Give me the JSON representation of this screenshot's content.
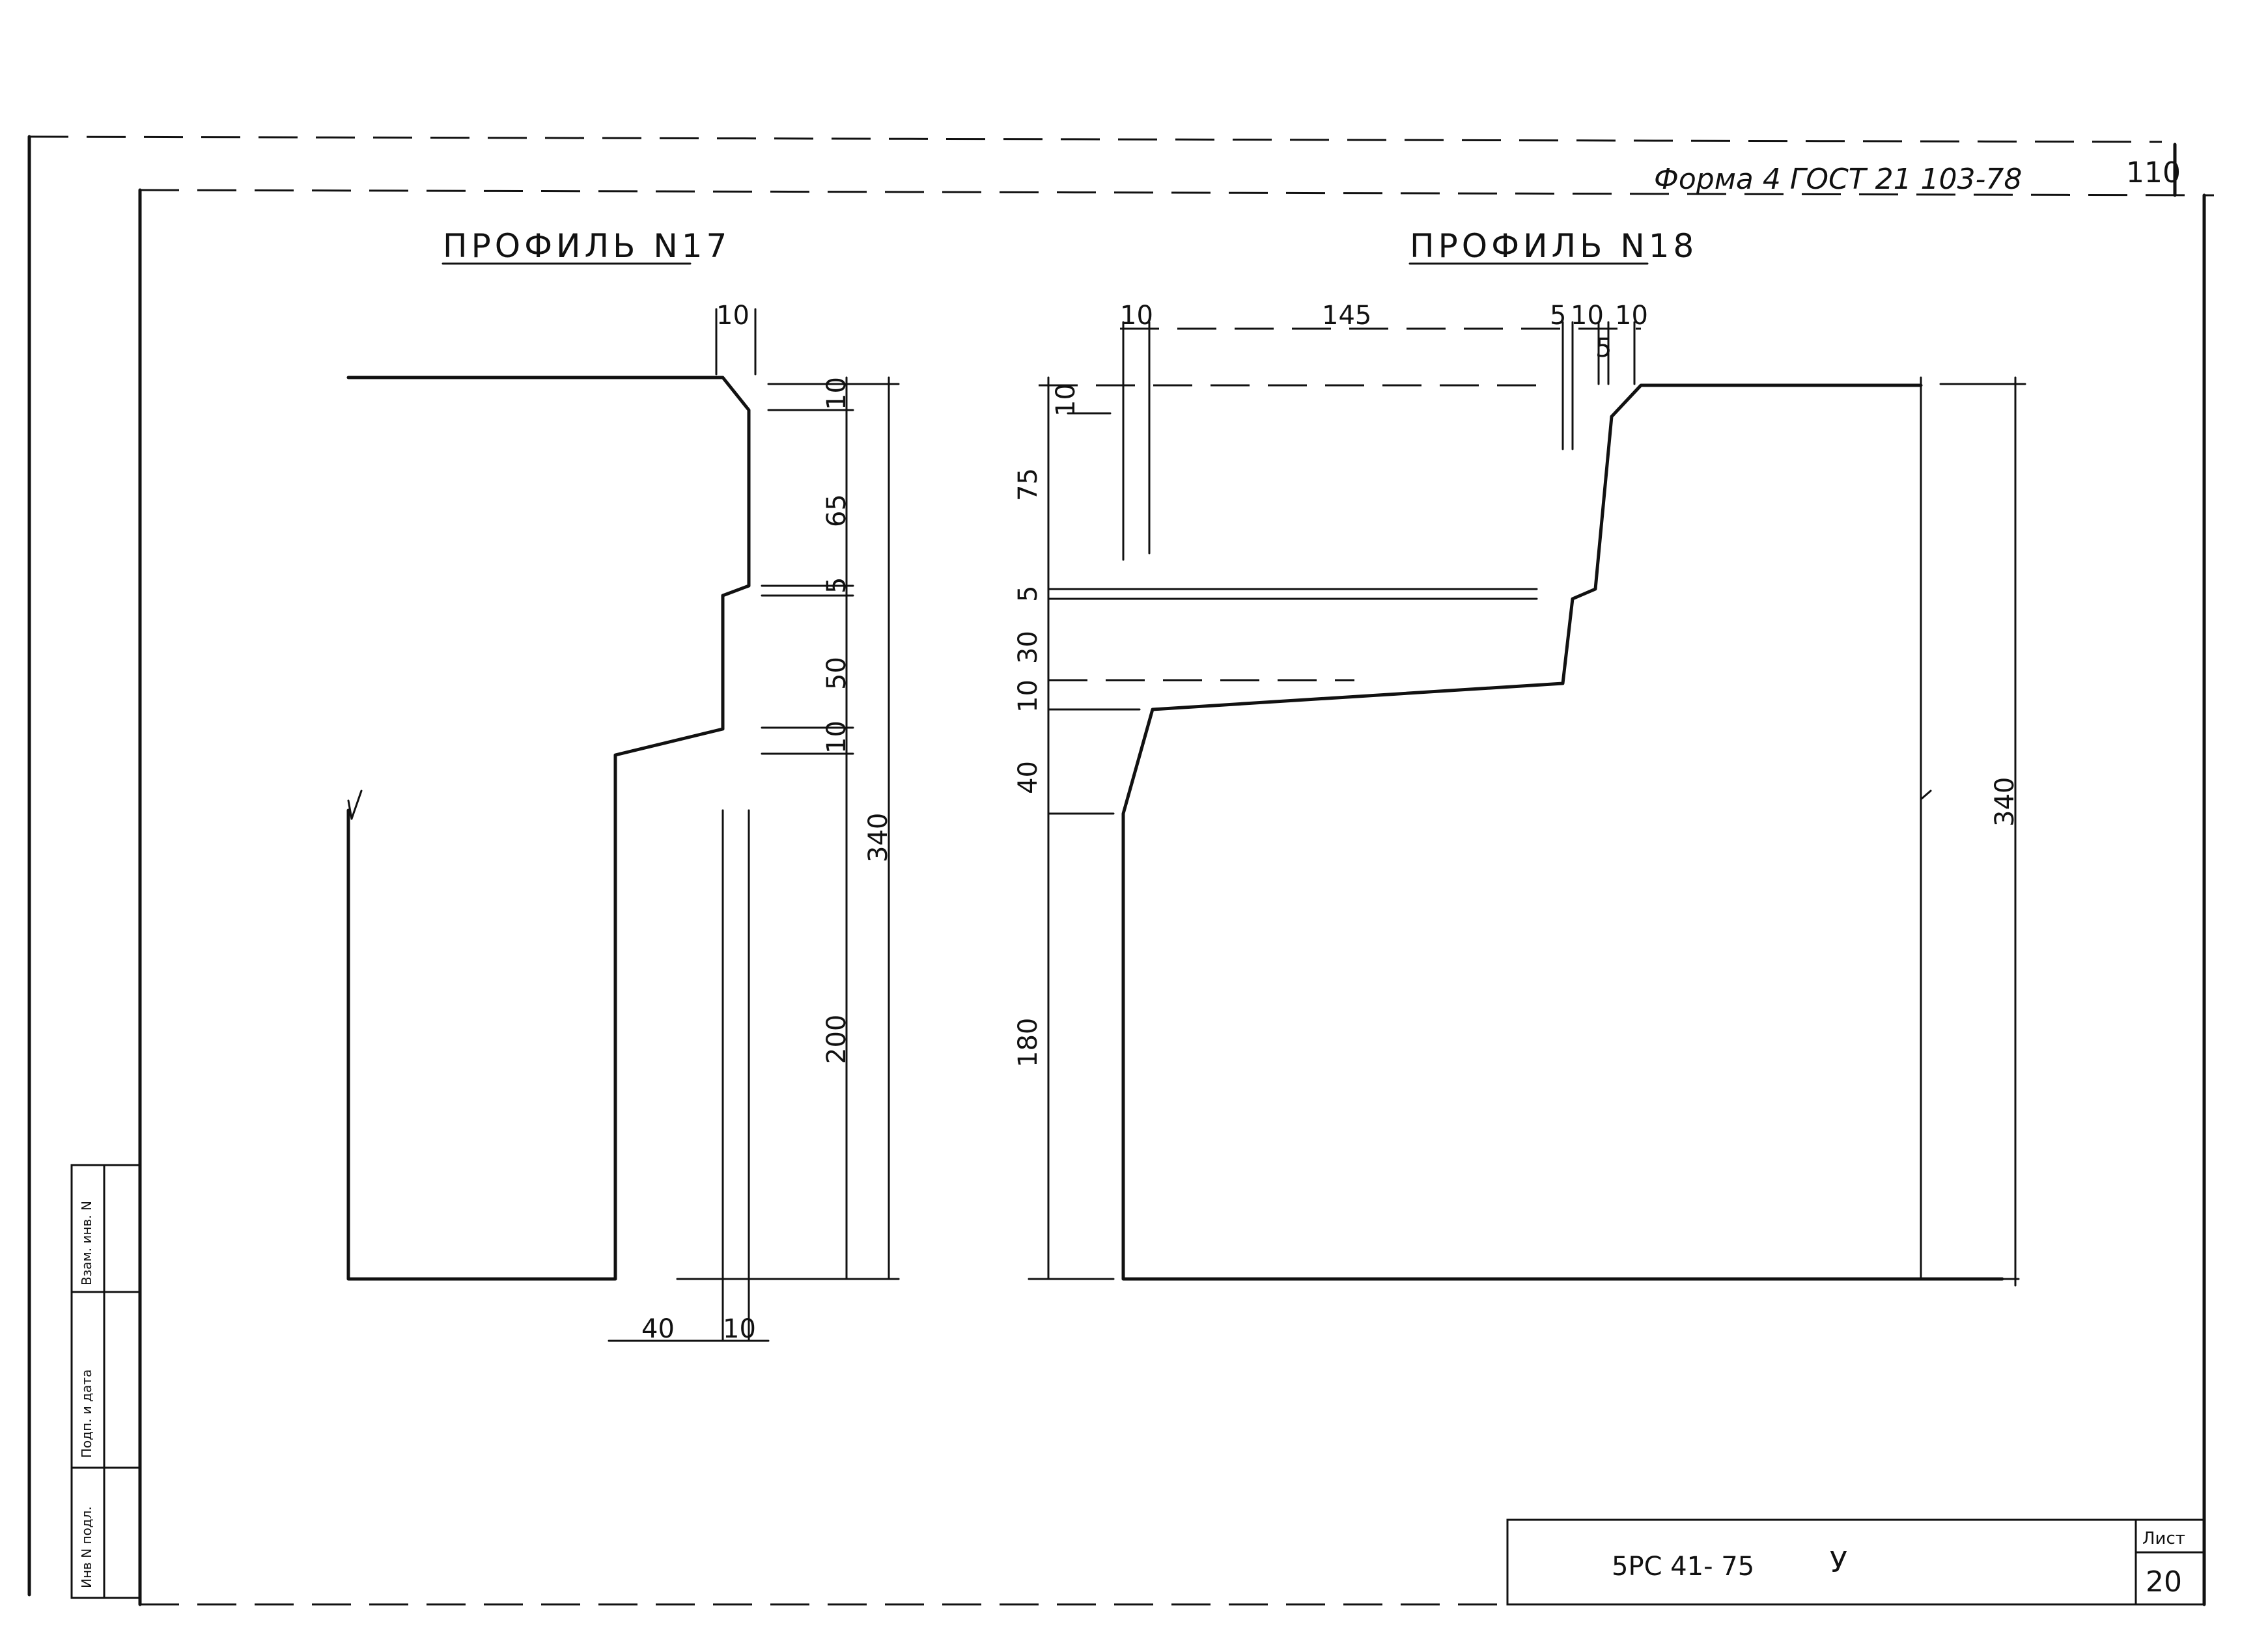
{
  "header": {
    "form_reference": "Форма 4 ГОСТ 21 103-78",
    "page_number": "110"
  },
  "profile_17": {
    "title": "ПРОФИЛЬ N17",
    "dims": {
      "top_width": "10",
      "chamfer_height": "10",
      "upper_segment": "65",
      "step": "5",
      "middle_segment": "50",
      "slope_height": "10",
      "lower_segment": "200",
      "total_height": "340",
      "bottom_width_a": "40",
      "bottom_width_b": "10"
    }
  },
  "profile_18": {
    "title": "ПРОФИЛЬ N18",
    "dims": {
      "top_left": "10",
      "top_length": "145",
      "top_a": "5",
      "top_b": "10",
      "top_c": "10",
      "top_step": "5",
      "left_top": "10",
      "left_upper": "75",
      "left_step": "5",
      "left_slope": "30",
      "left_mid": "10",
      "left_lower_slope": "40",
      "left_lower": "180",
      "total_height": "340"
    }
  },
  "side_stamp": {
    "cells": [
      "Инв N подл.",
      "Подп. и дата",
      "Взам. инв. N"
    ]
  },
  "title_block": {
    "code": "5РС 41- 75",
    "variant": "У",
    "sheet_label": "Лист",
    "sheet_number": "20"
  }
}
